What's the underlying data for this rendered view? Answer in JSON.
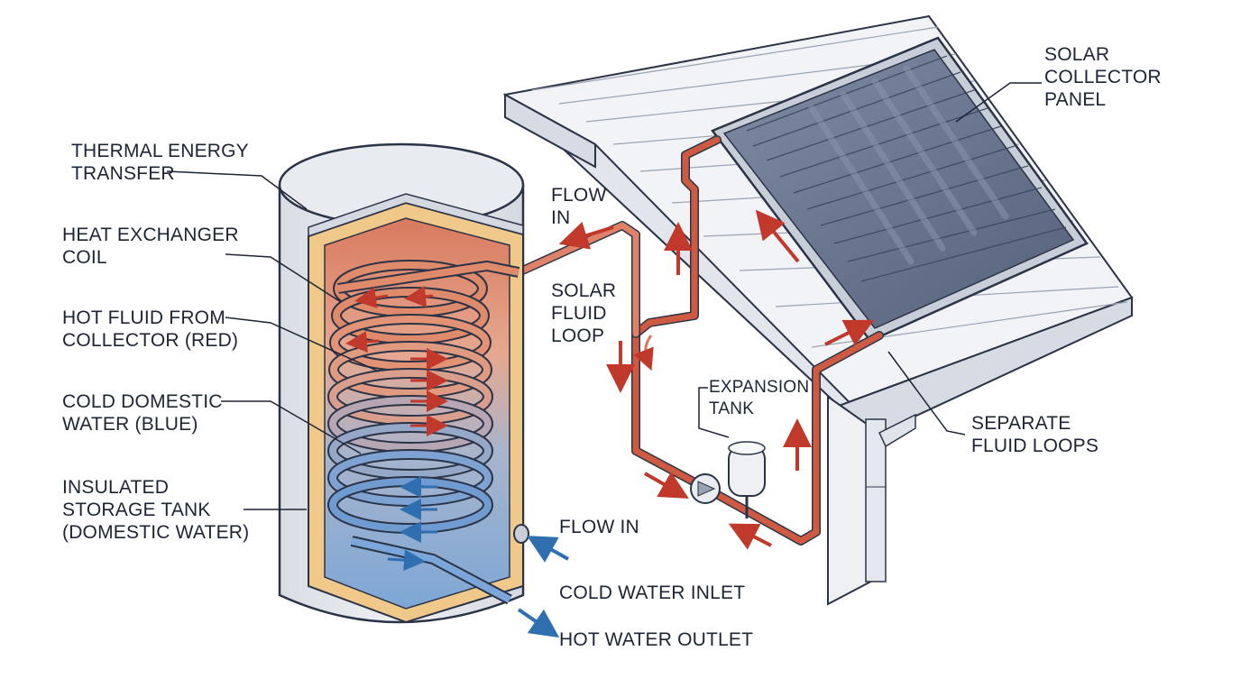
{
  "labels": {
    "thermal_energy_transfer": [
      "THERMAL ENERGY",
      "TRANSFER"
    ],
    "heat_exchanger_coil": [
      "HEAT EXCHANGER",
      "COIL"
    ],
    "hot_fluid": [
      "HOT FLUID FROM",
      "COLLECTOR (RED)"
    ],
    "cold_domestic": [
      "COLD DOMESTIC",
      "WATER (BLUE)"
    ],
    "insulated_tank": [
      "INSULATED",
      "STORAGE TANK",
      "(DOMESTIC WATER)"
    ],
    "flow_in_top": [
      "FLOW",
      "IN"
    ],
    "solar_fluid_loop": [
      "SOLAR",
      "FLUID",
      "LOOP"
    ],
    "expansion_tank": [
      "EXPANSION",
      "TANK"
    ],
    "solar_collector_panel": [
      "SOLAR",
      "COLLECTOR",
      "PANEL"
    ],
    "separate_fluid_loops": [
      "SEPARATE",
      "FLUID LOOPS"
    ],
    "flow_in_bottom": "FLOW IN",
    "cold_water_inlet": "COLD WATER INLET",
    "hot_water_outlet": "HOT WATER OUTLET"
  },
  "colors": {
    "hot_fluid": "#c9503a",
    "cold_water": "#3b7fc1",
    "insulation": "#f0c98a",
    "panel": "#5f6f8a",
    "roof": "#eef0f3",
    "outline": "#2b3447"
  }
}
